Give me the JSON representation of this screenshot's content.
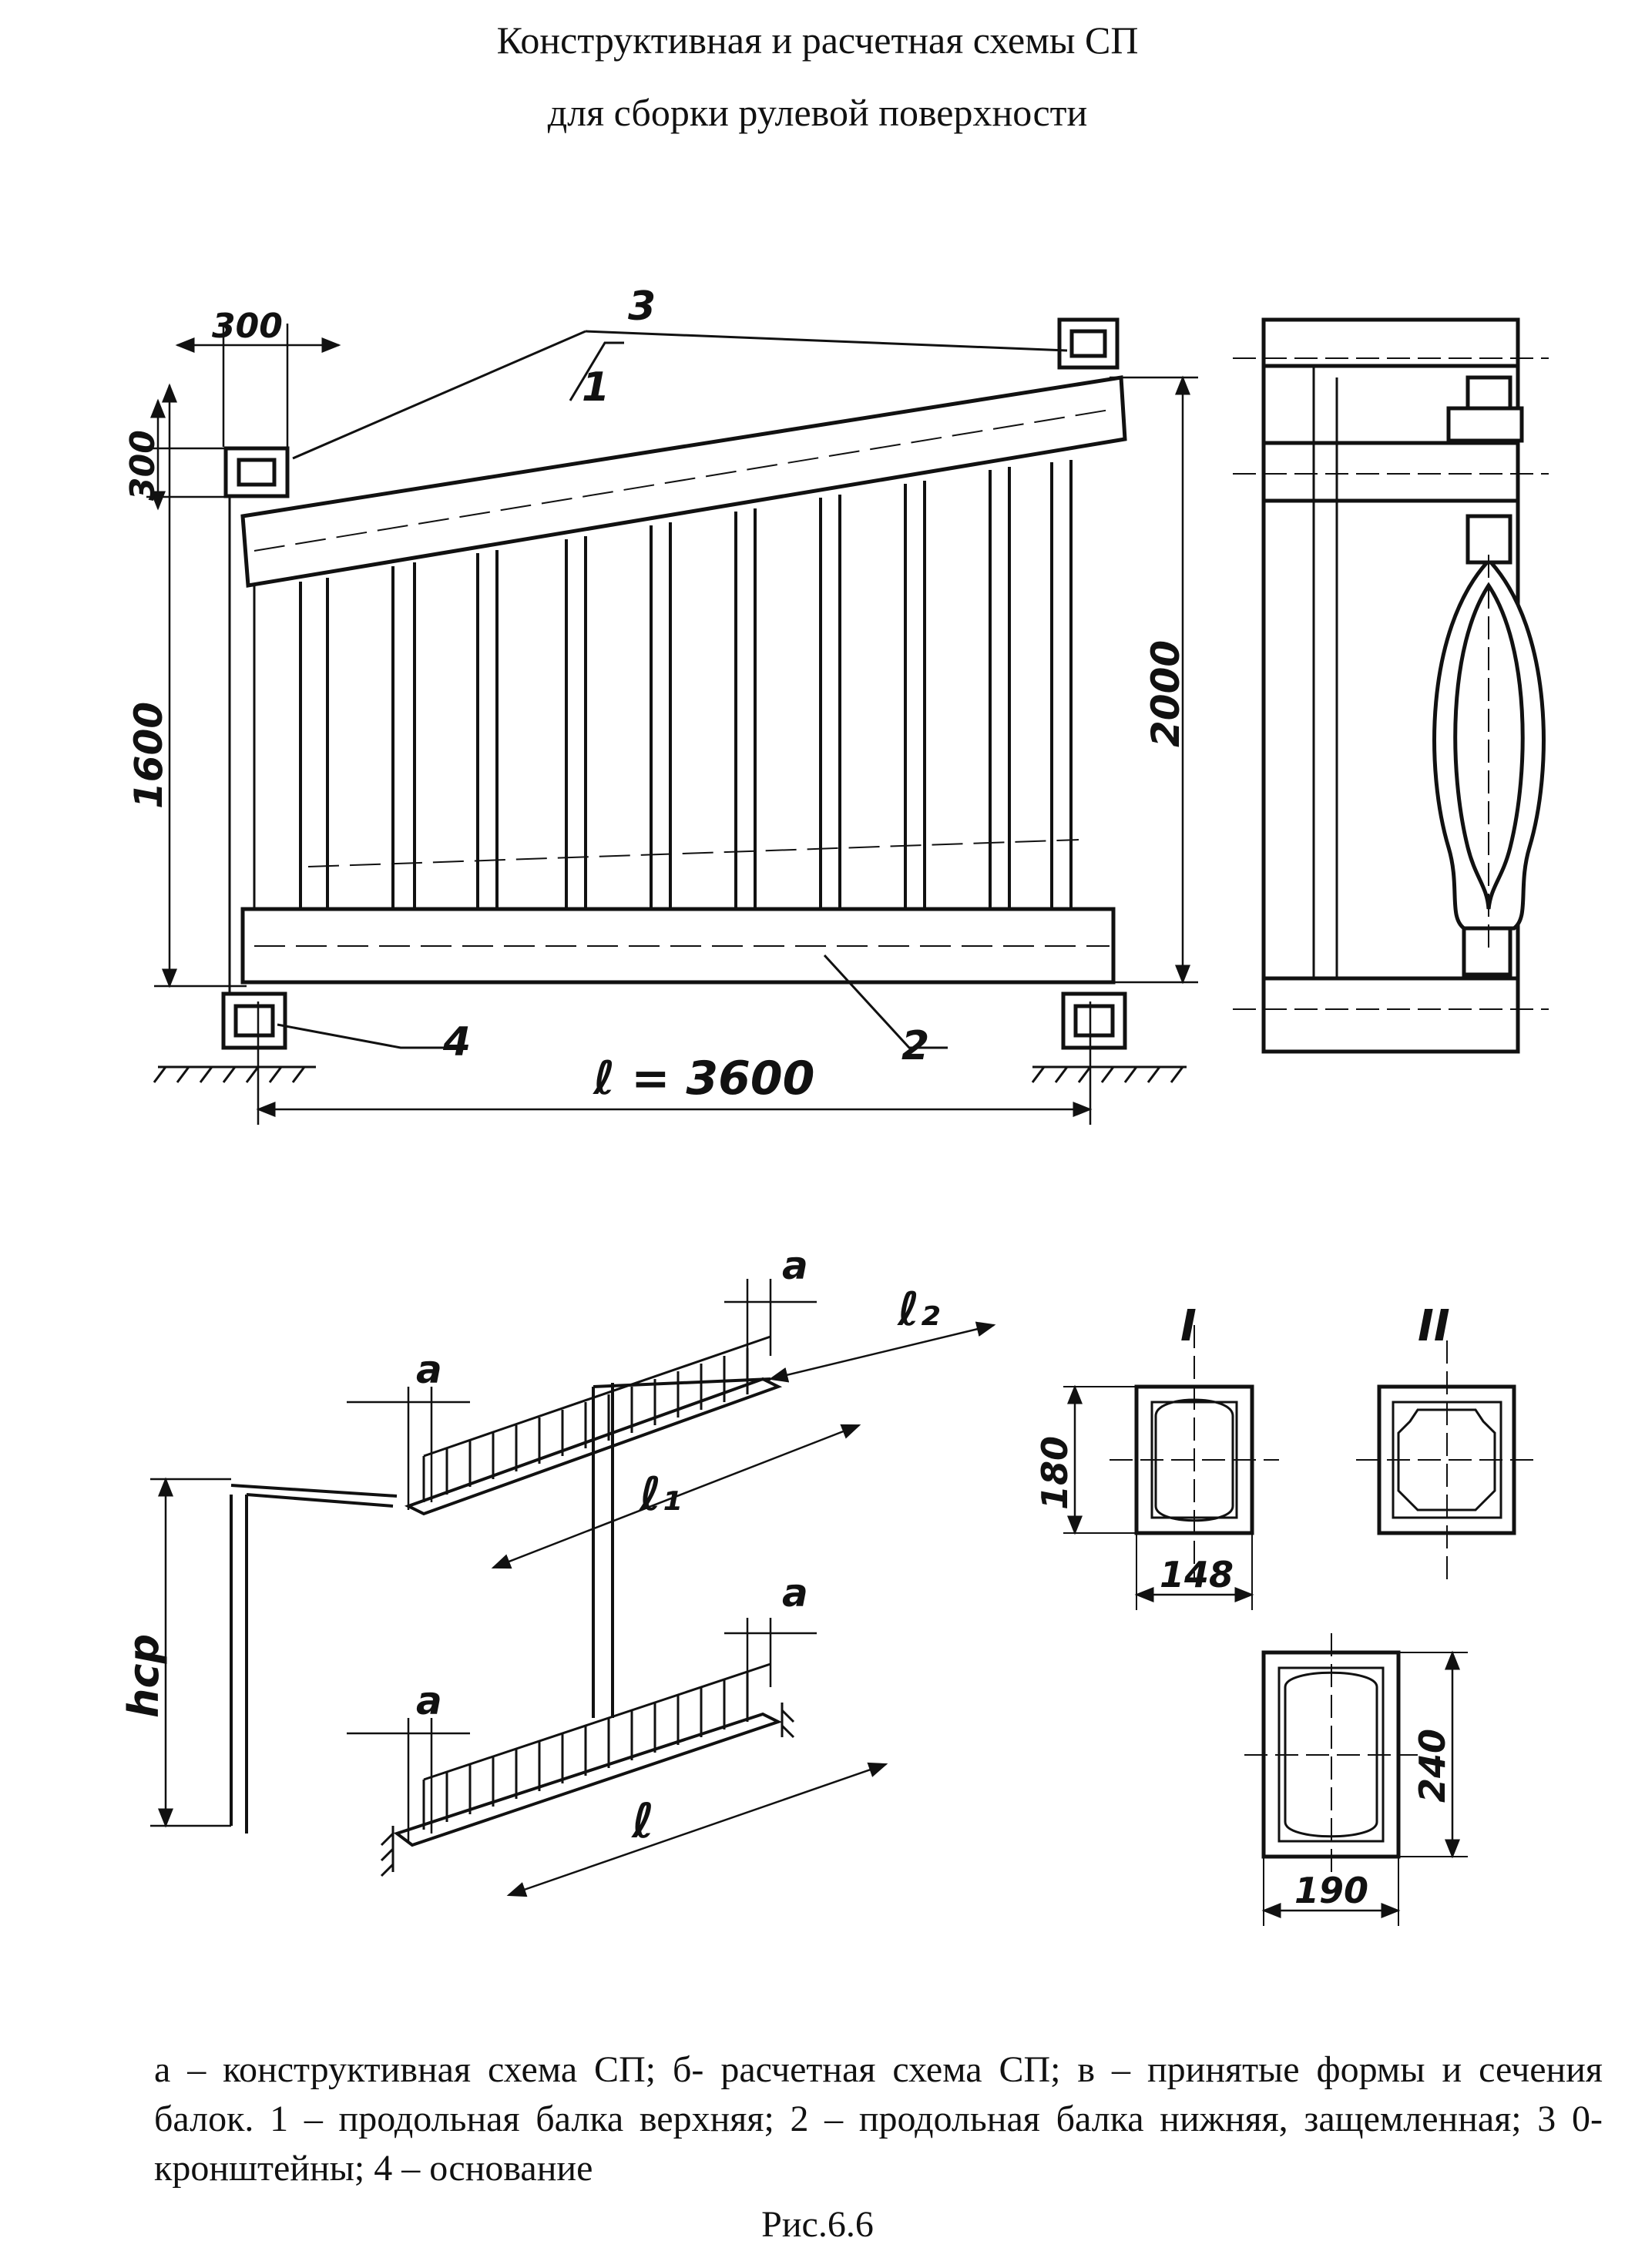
{
  "title": {
    "line1": "Конструктивная и расчетная схемы СП",
    "line2": "для сборки рулевой поверхности"
  },
  "view_a": {
    "dim_top_width": "300",
    "dim_top_height": "300",
    "dim_height": "1600",
    "dim_total_height": "2000",
    "span_label": "ℓ = 3600",
    "callout_1": "1",
    "callout_2": "2",
    "callout_3": "3",
    "callout_4": "4"
  },
  "view_b": {
    "a_label": "a",
    "l1_label": "ℓ₁",
    "l2_label": "ℓ₂",
    "l_label": "ℓ",
    "h_label": "hcp"
  },
  "sections": {
    "label_I": "I",
    "label_II": "II",
    "dim_180": "180",
    "dim_148": "148",
    "dim_240": "240",
    "dim_190": "190"
  },
  "caption": "а – конструктивная схема СП; б- расчетная схема СП; в – принятые формы и сечения балок. 1 – продольная балка верхняя; 2 – продольная балка нижняя, защемленная; 3 0- кронштейны; 4 – основание",
  "figure_label": "Рис.6.6"
}
